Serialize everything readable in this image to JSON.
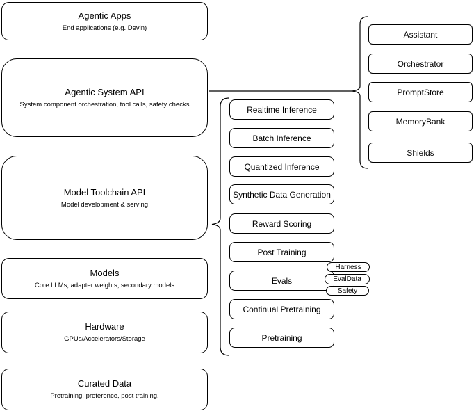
{
  "diagram": {
    "left_column": [
      {
        "title": "Agentic Apps",
        "subtitle": "End applications (e.g. Devin)"
      },
      {
        "title": "Agentic System API",
        "subtitle": "System component orchestration, tool calls, safety checks"
      },
      {
        "title": "Model Toolchain API",
        "subtitle": "Model development & serving"
      },
      {
        "title": "Models",
        "subtitle": "Core LLMs, adapter weights, secondary models"
      },
      {
        "title": "Hardware",
        "subtitle": "GPUs/Accelerators/Storage"
      },
      {
        "title": "Curated Data",
        "subtitle": "Pretraining, preference, post training."
      }
    ],
    "toolchain_items": [
      "Realtime Inference",
      "Batch Inference",
      "Quantized Inference",
      "Synthetic Data Generation",
      "Reward Scoring",
      "Post Training",
      "Evals",
      "Continual Pretraining",
      "Pretraining"
    ],
    "eval_tags": [
      "Harness",
      "EvalData",
      "Safety"
    ],
    "system_components": [
      "Assistant",
      "Orchestrator",
      "PromptStore",
      "MemoryBank",
      "Shields"
    ],
    "colors": {
      "background": "#ffffff",
      "box_fill": "#ffffff",
      "border": "#000000",
      "text": "#000000"
    }
  }
}
